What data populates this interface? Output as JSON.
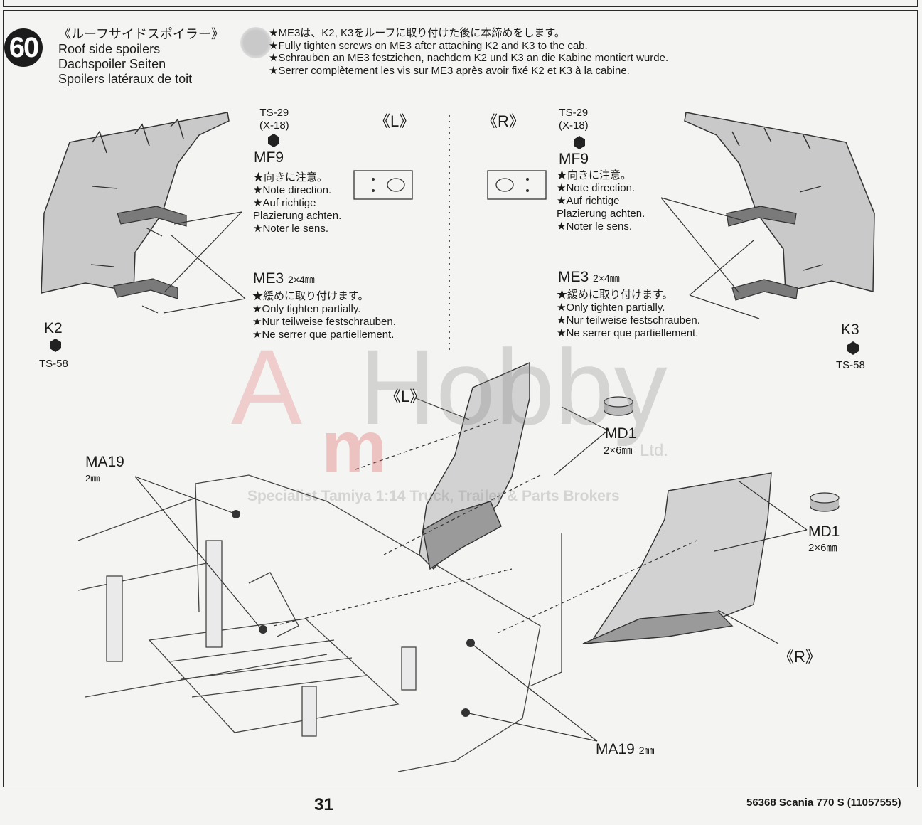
{
  "step": {
    "number": "60"
  },
  "title": {
    "jp": "《ルーフサイドスポイラー》",
    "en": "Roof side spoilers",
    "de": "Dachspoiler Seiten",
    "fr": "Spoilers latéraux de toit"
  },
  "notes": [
    "★ME3は、K2, K3をルーフに取り付けた後に本締めをします。",
    "★Fully tighten screws on ME3 after attaching K2 and K3 to the cab.",
    "★Schrauben an ME3 festziehen, nachdem K2 und K3 an die Kabine montiert wurde.",
    "★Serrer complètement les vis sur ME3 après avoir fixé K2 et K3 à la cabine."
  ],
  "left": {
    "side": "《L》",
    "paint_top": "TS-29",
    "paint_top2": "(X-18)",
    "mf9": "MF9",
    "mf9_notes": [
      "★向きに注意。",
      "★Note direction.",
      "★Auf richtige",
      "Plazierung achten.",
      "★Noter le sens."
    ],
    "me3": "ME3",
    "me3_size": "2×4㎜",
    "me3_notes": [
      "★緩めに取り付けます。",
      "★Only tighten partially.",
      "★Nur teilweise festschrauben.",
      "★Ne serrer que partiellement."
    ],
    "part": "K2",
    "paint_part": "TS-58"
  },
  "right": {
    "side": "《R》",
    "paint_top": "TS-29",
    "paint_top2": "(X-18)",
    "mf9": "MF9",
    "mf9_notes": [
      "★向きに注意。",
      "★Note direction.",
      "★Auf richtige",
      "Plazierung achten.",
      "★Noter le sens."
    ],
    "me3": "ME3",
    "me3_size": "2×4㎜",
    "me3_notes": [
      "★緩めに取り付けます。",
      "★Only tighten partially.",
      "★Nur teilweise festschrauben.",
      "★Ne serrer que partiellement."
    ],
    "part": "K3",
    "paint_part": "TS-58"
  },
  "assembly": {
    "l_label": "《L》",
    "r_label": "《R》",
    "md1_a": "MD1",
    "md1_a_size": "2×6㎜",
    "md1_b": "MD1",
    "md1_b_size": "2×6㎜",
    "ma19_a": "MA19",
    "ma19_a_size": "2㎜",
    "ma19_b": "MA19",
    "ma19_b_size": "2㎜"
  },
  "watermark": {
    "a": "A",
    "hobby": "Hobby",
    "m": "m",
    "ltd": "Ltd.",
    "tagline": "Specialist Tamiya 1:14 Truck, Trailer & Parts Brokers"
  },
  "footer": {
    "page_number": "31",
    "product": "56368 Scania 770 S (11057555)"
  }
}
